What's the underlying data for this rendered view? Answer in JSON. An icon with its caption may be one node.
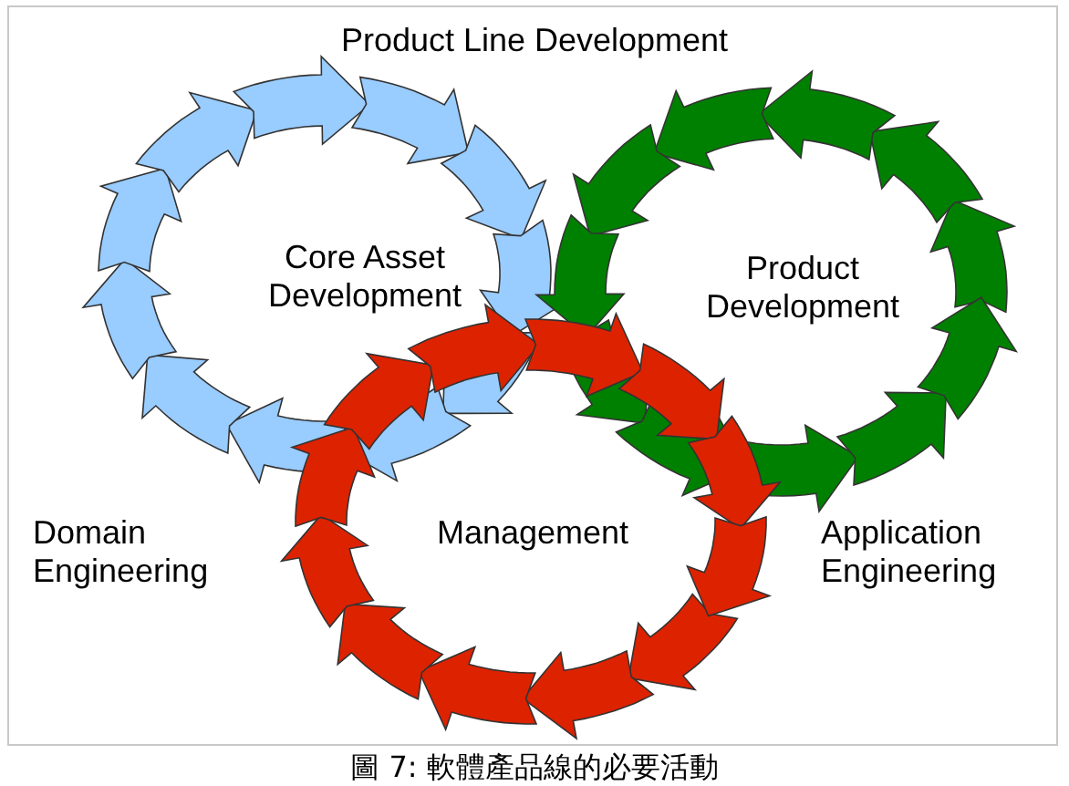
{
  "diagram": {
    "title": "Product Line Development",
    "caption": "圖 7: 軟體產品線的必要活動",
    "nodes": [
      {
        "text": [
          "Core Asset Development"
        ]
      },
      {
        "text": [
          "Product Development"
        ]
      },
      {
        "text": [
          "Management"
        ]
      }
    ],
    "labels": [
      "Domain Engineering",
      "Application Engineering"
    ]
  }
}
